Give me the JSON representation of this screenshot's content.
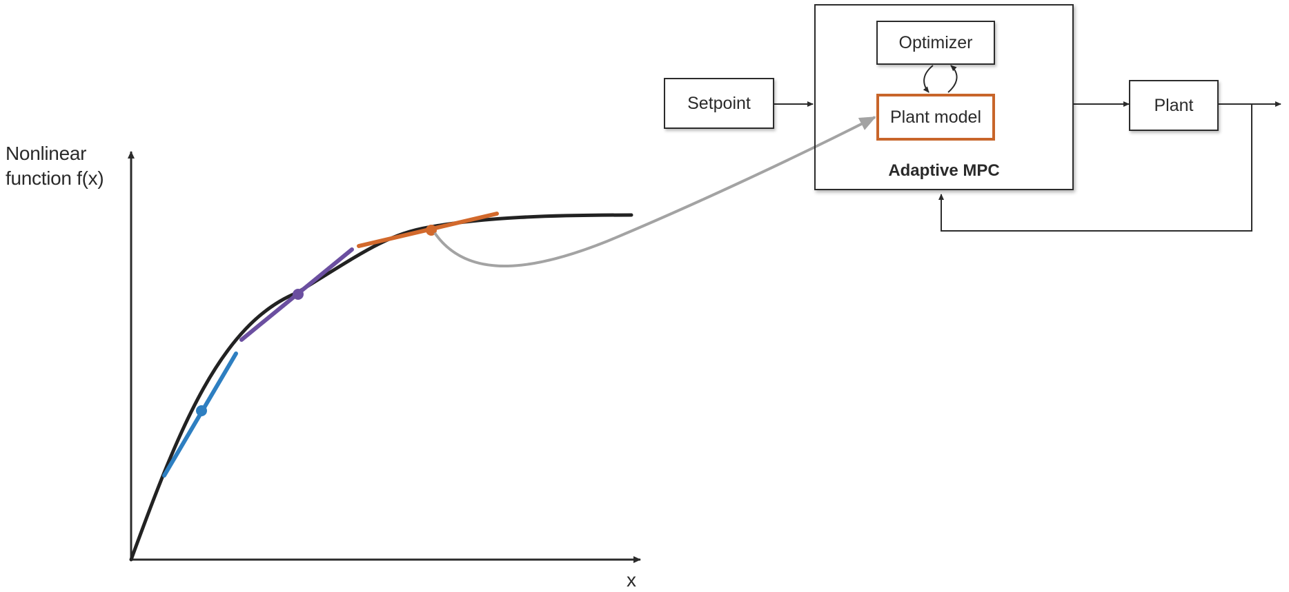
{
  "graph": {
    "y_axis_label": "Nonlinear\nfunction f(x)",
    "x_axis_label": "x"
  },
  "diagram": {
    "setpoint": "Setpoint",
    "optimizer": "Optimizer",
    "plant_model": "Plant model",
    "adaptive_mpc": "Adaptive MPC",
    "plant": "Plant"
  },
  "colors": {
    "curve": "#222222",
    "tangent_blue": "#2e7fc1",
    "tangent_purple": "#6b4fa0",
    "tangent_orange": "#d2692c",
    "link_arrow": "#a3a3a3",
    "plant_model_border": "#c8652a"
  }
}
